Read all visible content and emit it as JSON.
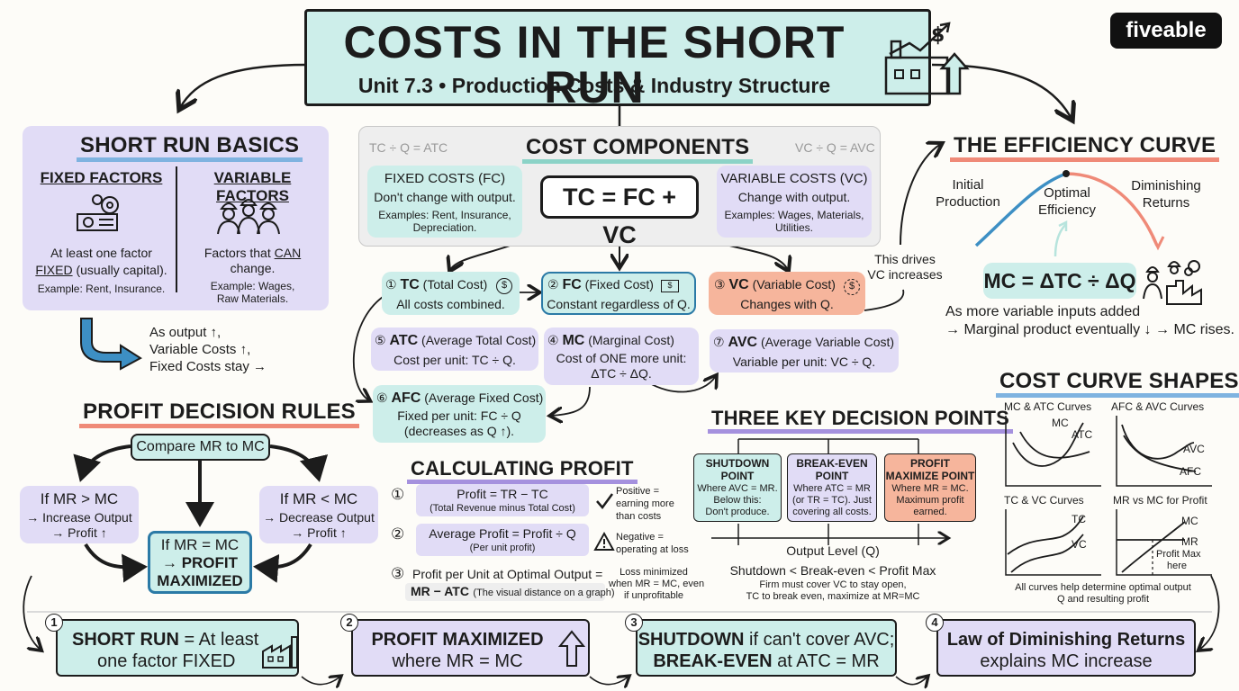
{
  "header": {
    "title": "COSTS IN THE SHORT RUN",
    "subtitle": "Unit 7.3 • Production Costs & Industry Structure",
    "logo": "fiveable",
    "icon": "factory-growth-icon"
  },
  "short_run_basics": {
    "heading": "SHORT RUN BASICS",
    "fixed": {
      "title": "FIXED FACTORS",
      "icon": "machinery-gears-icon",
      "line1": "At least one factor",
      "line2_b": "FIXED",
      "line2_rest": " (usually capital).",
      "example": "Example: Rent, Insurance."
    },
    "variable": {
      "title": "VARIABLE FACTORS",
      "icon": "workers-icon",
      "line1_pre": "Factors that ",
      "line1_b": "CAN",
      "line2": "change.",
      "example1": "Example: Wages,",
      "example2": "Raw Materials."
    }
  },
  "output_note": {
    "line1": "As output ↑,",
    "line2": "Variable Costs ↑,",
    "line3": "Fixed Costs stay →"
  },
  "cost_components": {
    "heading": "COST COMPONENTS",
    "side_left": "TC ÷ Q = ATC",
    "side_right": "VC ÷ Q = AVC",
    "formula": "TC = FC + VC",
    "fc_box": {
      "title": "FIXED COSTS (FC)",
      "line1": "Don't change with output.",
      "line2": "Examples: Rent, Insurance,",
      "line3": "Depreciation."
    },
    "vc_box": {
      "title": "VARIABLE COSTS (VC)",
      "line1": "Change with output.",
      "line2": "Examples: Wages, Materials,",
      "line3": "Utilities."
    }
  },
  "cost_items": [
    {
      "num": "①",
      "abbr": "TC",
      "name": "(Total Cost)",
      "desc": "All costs combined.",
      "icon": "dollar-icon"
    },
    {
      "num": "②",
      "abbr": "FC",
      "name": "(Fixed Cost)",
      "desc": "Constant regardless of Q.",
      "icon": "cash-icon"
    },
    {
      "num": "③",
      "abbr": "VC",
      "name": "(Variable Cost)",
      "desc": "Changes with Q.",
      "icon": "coins-icon"
    },
    {
      "num": "④",
      "abbr": "MC",
      "name": "(Marginal Cost)",
      "desc": "Cost of ONE more unit:",
      "desc2": "ΔTC ÷ ΔQ."
    },
    {
      "num": "⑤",
      "abbr": "ATC",
      "name": "(Average Total Cost)",
      "desc": "Cost per unit: TC ÷ Q."
    },
    {
      "num": "⑥",
      "abbr": "AFC",
      "name": "(Average Fixed Cost)",
      "desc": "Fixed per unit: FC ÷ Q",
      "desc2": "(decreases as Q ↑)."
    },
    {
      "num": "⑦",
      "abbr": "AVC",
      "name": "(Average Variable Cost)",
      "desc": "Variable per unit: VC ÷ Q."
    }
  ],
  "drives_note": {
    "line1": "This drives",
    "line2": "VC increases"
  },
  "efficiency": {
    "heading": "THE EFFICIENCY CURVE",
    "left_label1": "Initial",
    "left_label2": "Production",
    "mid_label1": "Optimal",
    "mid_label2": "Efficiency",
    "right_label1": "Diminishing",
    "right_label2": "Returns",
    "formula": "MC = ΔTC ÷ ΔQ",
    "note1": "As more variable inputs added",
    "note2": "→ Marginal product eventually ↓ → MC rises.",
    "icon": "workers-factory-icon"
  },
  "profit_rules": {
    "heading": "PROFIT DECISION RULES",
    "compare": "Compare MR to MC",
    "left": {
      "line1": "If MR > MC",
      "line2": "→ Increase Output",
      "line3": "→ Profit ↑"
    },
    "right": {
      "line1": "If MR < MC",
      "line2": "→ Decrease Output",
      "line3": "→ Profit ↑"
    },
    "center": {
      "line1": "If MR = MC",
      "line2": "→ PROFIT",
      "line3": "MAXIMIZED"
    }
  },
  "calculating_profit": {
    "heading": "CALCULATING PROFIT",
    "rows": [
      {
        "num": "①",
        "main": "Profit = TR − TC",
        "sub": "(Total Revenue minus Total Cost)"
      },
      {
        "num": "②",
        "main": "Average Profit = Profit ÷ Q",
        "sub": "(Per unit profit)"
      },
      {
        "num": "③",
        "main": "Profit per Unit at Optimal Output =",
        "main2": "MR − ATC",
        "sub": "(The visual distance on a graph)"
      }
    ],
    "notes": [
      {
        "icon": "checkmark-icon",
        "line1": "Positive =",
        "line2": "earning more",
        "line3": "than costs"
      },
      {
        "icon": "warning-icon",
        "line1": "Negative =",
        "line2": "operating at loss"
      },
      {
        "line1": "Loss minimized",
        "line2": "when MR = MC, even",
        "line3": "if unprofitable"
      }
    ]
  },
  "decision_points": {
    "heading": "THREE KEY DECISION POINTS",
    "shutdown": {
      "title1": "SHUTDOWN",
      "title2": "POINT",
      "line1": "Where AVC = MR.",
      "line2": "Below this:",
      "line3": "Don't produce."
    },
    "breakeven": {
      "title1": "BREAK-EVEN",
      "title2": "POINT",
      "line1": "Where ATC = MR",
      "line2": "(or TR = TC). Just",
      "line3": "covering all costs."
    },
    "maximize": {
      "title1": "PROFIT",
      "title2": "MAXIMIZE POINT",
      "line1": "Where MR = MC.",
      "line2": "Maximum profit",
      "line3": "earned."
    },
    "axis_label": "Output Level (Q)",
    "order": "Shutdown < Break-even < Profit Max",
    "note1": "Firm must cover VC to stay open,",
    "note2": "TC to break even, maximize at MR=MC"
  },
  "curve_shapes": {
    "heading": "COST CURVE SHAPES",
    "charts": [
      {
        "title": "MC & ATC Curves",
        "labels": [
          "MC",
          "ATC"
        ]
      },
      {
        "title": "AFC & AVC Curves",
        "labels": [
          "AVC",
          "AFC"
        ]
      },
      {
        "title": "TC & VC Curves",
        "labels": [
          "TC",
          "VC"
        ]
      },
      {
        "title": "MR vs MC for Profit",
        "labels": [
          "MC",
          "MR",
          "Profit Max",
          "here"
        ]
      }
    ],
    "note1": "All curves help determine optimal output",
    "note2": "Q and resulting profit"
  },
  "summary": [
    {
      "num": "1",
      "b1": "SHORT RUN",
      "t1": " = At least",
      "t2": "one factor FIXED",
      "icon": "factory-icon"
    },
    {
      "num": "2",
      "b1": "PROFIT MAXIMIZED",
      "t2": "where MR = MC",
      "icon": "up-arrow-icon"
    },
    {
      "num": "3",
      "b1": "SHUTDOWN",
      "t1": " if can't cover AVC;",
      "b2": "BREAK-EVEN",
      "t2": " at ATC = MR"
    },
    {
      "num": "4",
      "b1": "Law of Diminishing Returns",
      "t2": "explains MC increase"
    }
  ]
}
